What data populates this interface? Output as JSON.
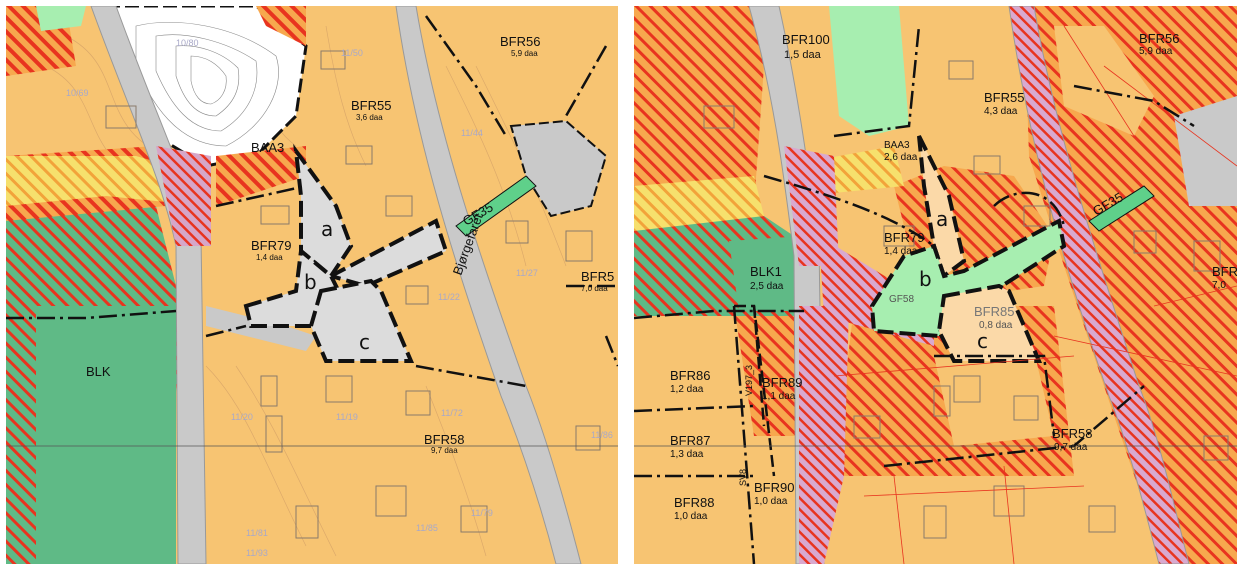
{
  "colors": {
    "residential": "#f7c472",
    "green_area": "#5fba86",
    "road": "#c9c9c9",
    "road_hatch": "#c97aa4",
    "hatch_red": "#e8341f",
    "yellow": "#f6e06d",
    "light_green": "#a7eeb0",
    "light_orange": "#fbd9a8",
    "border": "#111111"
  },
  "left_map": {
    "zones": {
      "blk": "BLK",
      "bfr56": "BFR56",
      "bfr56_area": "5,9 daa",
      "bfr55": "BFR55",
      "bfr55_area": "3,6 daa",
      "baa3": "BAA3",
      "bfr79": "BFR79",
      "bfr79_area": "1,4 daa",
      "bfr58": "BFR58",
      "bfr58_area": "9,7 daa",
      "gf35": "GF35",
      "bfr5x": "BFR5",
      "bfr5x_area": "7,0 daa",
      "road": "Bjørgefaret"
    },
    "areas": {
      "a": "a",
      "b": "b",
      "c": "c"
    },
    "plots": [
      "10/80",
      "10/69",
      "11/50",
      "11/44",
      "11/27",
      "11/22",
      "11/20",
      "11/19",
      "11/72",
      "11/81",
      "11/93",
      "11/79",
      "11/86",
      "11/85"
    ]
  },
  "right_map": {
    "zones": {
      "bfr100": "BFR100",
      "bfr100_area": "1,5 daa",
      "bfr56": "BFR56",
      "bfr56_area": "5,9 daa",
      "bfr55": "BFR55",
      "bfr55_area": "4,3 daa",
      "baa3": "BAA3",
      "baa3_area": "2,6 daa",
      "blk1": "BLK1",
      "blk1_area": "2,5 daa",
      "bfr79": "BFR79",
      "bfr79_area": "1,4 daa",
      "gf58": "GF58",
      "bfr85": "BFR85",
      "bfr85_area": "0,8 daa",
      "bfr86": "BFR86",
      "bfr86_area": "1,2 daa",
      "bfr87": "BFR87",
      "bfr87_area": "1,3 daa",
      "bfr88": "BFR88",
      "bfr88_area": "1,0 daa",
      "bfr89": "BFR89",
      "bfr89_area": "1,1 daa",
      "bfr90": "BFR90",
      "bfr90_area": "1,0 daa",
      "bfr58": "BFR58",
      "bfr58_area": "9,7 daa",
      "gf35": "GF35",
      "bfr7x": "BFR",
      "bfr7x_area": "7,0",
      "v197": "V197_3",
      "sv8": "SV8"
    },
    "areas": {
      "a": "a",
      "b": "b",
      "c": "c"
    }
  }
}
